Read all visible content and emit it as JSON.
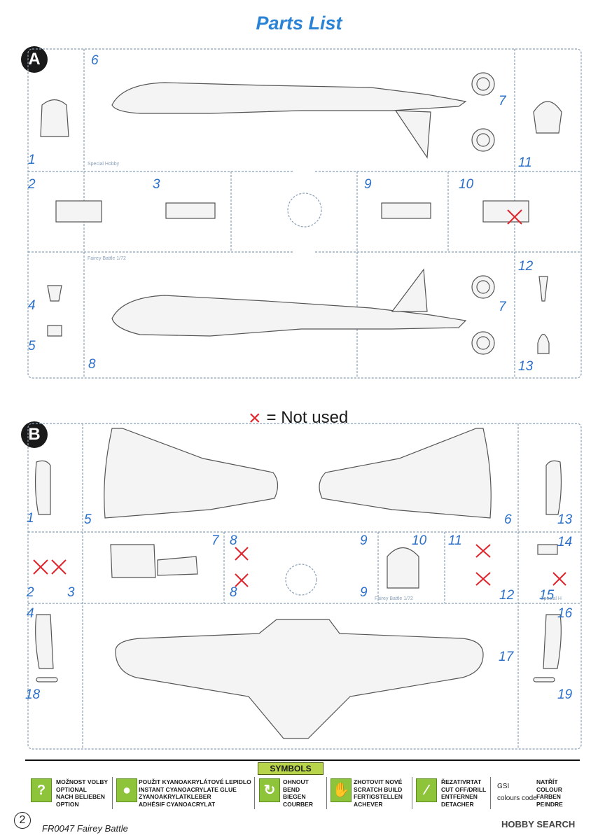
{
  "title": "Parts List",
  "sprue_a": {
    "letter": "A",
    "molded_texts": [
      "Special Hobby",
      "Fairey Battle 1/72"
    ],
    "numbers": [
      "1",
      "2",
      "3",
      "4",
      "5",
      "6",
      "7",
      "7",
      "8",
      "9",
      "10",
      "11",
      "12",
      "13"
    ]
  },
  "legend": {
    "mark": "×",
    "text": "= Not used"
  },
  "sprue_b": {
    "letter": "B",
    "molded_texts": [
      "Fairey Battle 1/72",
      "Special H"
    ],
    "numbers": [
      "1",
      "2",
      "3",
      "4",
      "5",
      "6",
      "7",
      "8",
      "8",
      "9",
      "9",
      "10",
      "11",
      "12",
      "13",
      "14",
      "15",
      "16",
      "17",
      "18",
      "19"
    ]
  },
  "symbols": {
    "title": "SYMBOLS",
    "optional": {
      "icon": "?",
      "lines": [
        "MOŽNOST VOLBY",
        "OPTIONAL",
        "NACH BELIEBEN",
        "OPTION"
      ]
    },
    "glue": {
      "lines": [
        "POUŽIT KYANOAKRYLÁTOVÉ LEPIDLO",
        "INSTANT CYANOACRYLATE GLUE",
        "ZYANOAKRYLATKLEBER",
        "ADHÉSIF CYANOACRYLAT"
      ]
    },
    "bend": {
      "lines": [
        "OHNOUT",
        "BEND",
        "BIEGEN",
        "COURBER"
      ]
    },
    "scratch": {
      "lines": [
        "ZHOTOVIT NOVÉ",
        "SCRATCH BUILD",
        "FERTIGSTELLEN",
        "ACHEVER"
      ]
    },
    "cut": {
      "lines": [
        "ŘEZAT/VRTAT",
        "CUT OFF/DRILL",
        "ENTFERNEN",
        "DETACHER"
      ]
    },
    "paint": {
      "gsi_label": "GSI",
      "code_label": "colours code",
      "lines": [
        "NATŘÍT",
        "COLOUR",
        "FARBEN",
        "PEINDRE"
      ]
    }
  },
  "footer": {
    "page": "2",
    "text": "FR0047 Fairey Battle"
  },
  "watermark": "HOBBY SEARCH"
}
